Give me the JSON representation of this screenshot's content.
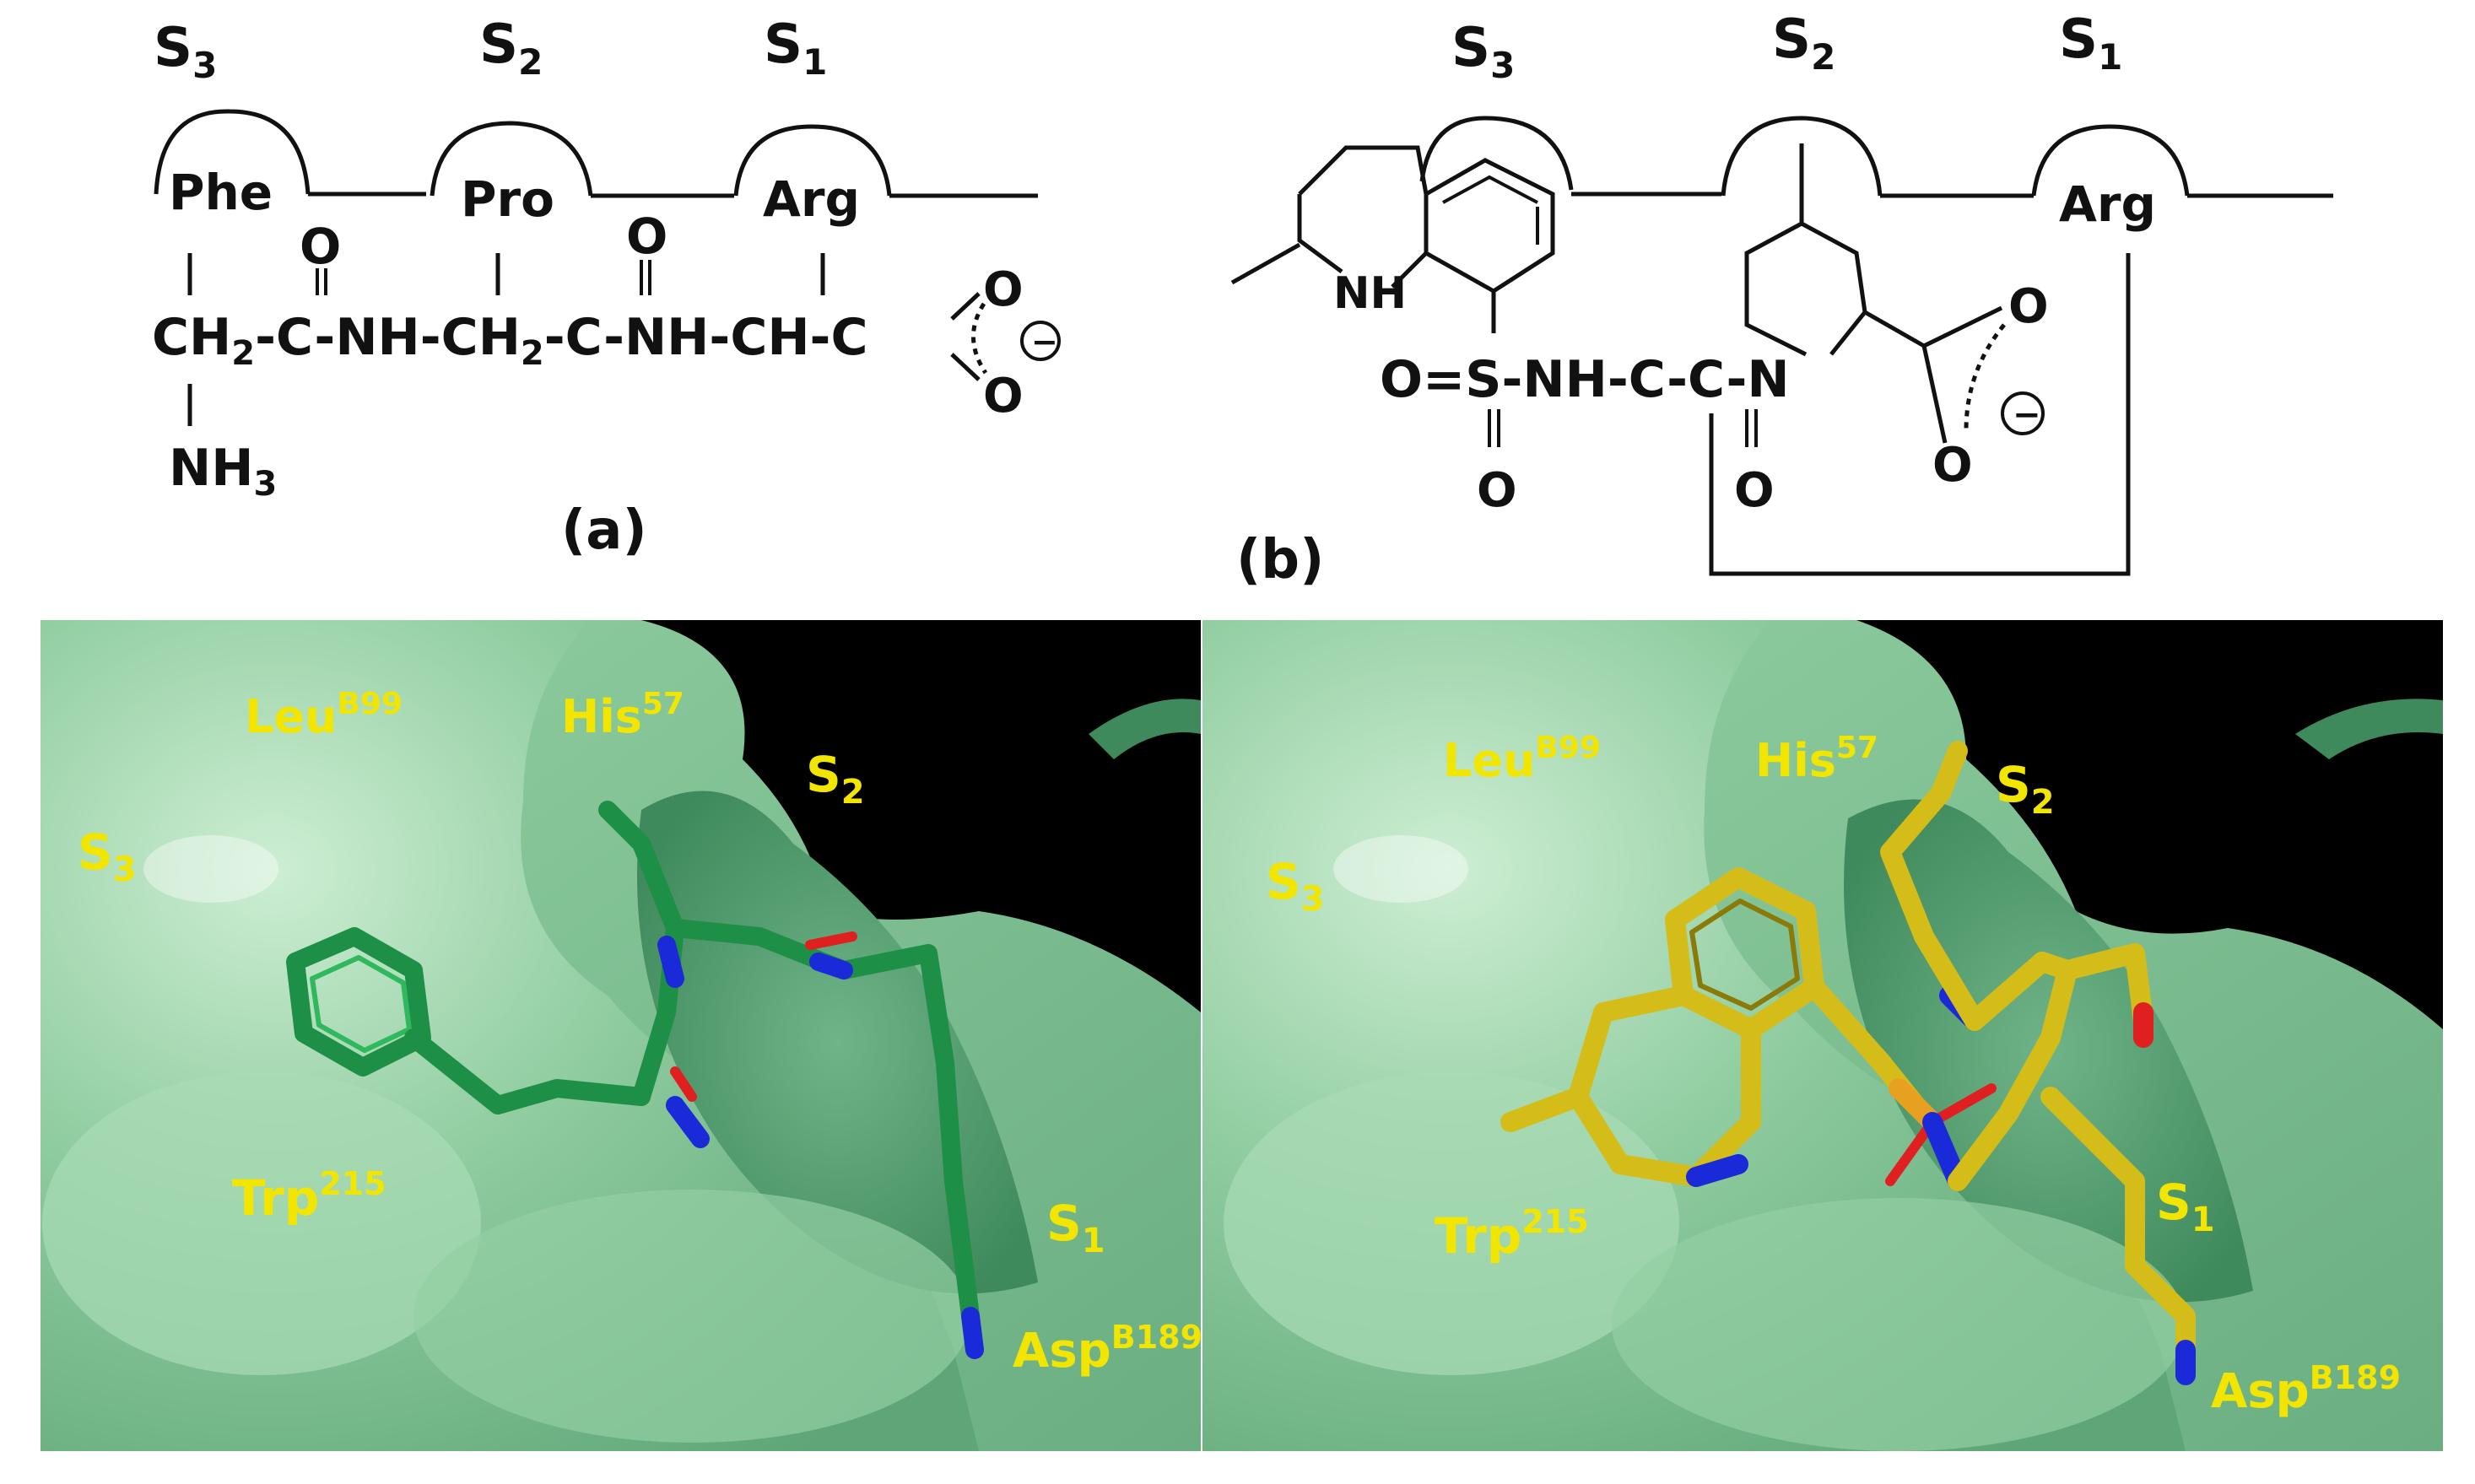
{
  "colors": {
    "surface_light": "#a8d8b2",
    "surface_mid": "#7cc092",
    "surface_dark": "#4f9a6a",
    "pocket_black": "#000000",
    "ligand_green": "#1e8f46",
    "ligand_yellow": "#d4bd18",
    "nitrogen": "#1a2ad8",
    "oxygen": "#e02020",
    "sulfur": "#e8a020",
    "label_yellow": "#f2e600",
    "ink": "#111111"
  },
  "panel_a": {
    "sites": [
      {
        "base": "S",
        "sub": "3"
      },
      {
        "base": "S",
        "sub": "2"
      },
      {
        "base": "S",
        "sub": "1"
      }
    ],
    "residues": [
      "Phe",
      "Pro",
      "Arg"
    ],
    "backbone": {
      "ch2_a": "CH",
      "sub2_a": "2",
      "dash_c1": "-C-",
      "nh1": "NH-",
      "ch2_b": "CH",
      "sub2_b": "2",
      "dash_c2": "-C-",
      "nh2": "NH-",
      "chc": "CH-C",
      "o1": "O",
      "o2": "O",
      "o3": "O",
      "o4": "O",
      "minus": "−",
      "nh3": "NH",
      "sub3": "3"
    },
    "caption": "(a)"
  },
  "panel_b": {
    "sites": [
      {
        "base": "S",
        "sub": "3"
      },
      {
        "base": "S",
        "sub": "2"
      },
      {
        "base": "S",
        "sub": "1"
      }
    ],
    "residue": "Arg",
    "chain": {
      "nh_ring": "NH",
      "o_s": "O=S-NH-C-C-N",
      "o_down1": "O",
      "o_down2": "O",
      "o_carb1": "O",
      "o_carb2": "O",
      "minus": "−"
    },
    "caption": "(b)"
  },
  "panel_c": {
    "labels": {
      "leu": {
        "base": "Leu",
        "sup": "B99"
      },
      "his": {
        "base": "His",
        "sup": "57"
      },
      "s2": {
        "base": "S",
        "sub": "2"
      },
      "s3": {
        "base": "S",
        "sub": "3"
      },
      "trp": {
        "base": "Trp",
        "sup": "215"
      },
      "s1": {
        "base": "S",
        "sub": "1"
      },
      "asp": {
        "base": "Asp",
        "sup": "B189"
      }
    }
  },
  "panel_d": {
    "labels": {
      "leu": {
        "base": "Leu",
        "sup": "B99"
      },
      "his": {
        "base": "His",
        "sup": "57"
      },
      "s2": {
        "base": "S",
        "sub": "2"
      },
      "s3": {
        "base": "S",
        "sub": "3"
      },
      "trp": {
        "base": "Trp",
        "sup": "215"
      },
      "s1": {
        "base": "S",
        "sub": "1"
      },
      "asp": {
        "base": "Asp",
        "sup": "B189"
      }
    }
  }
}
